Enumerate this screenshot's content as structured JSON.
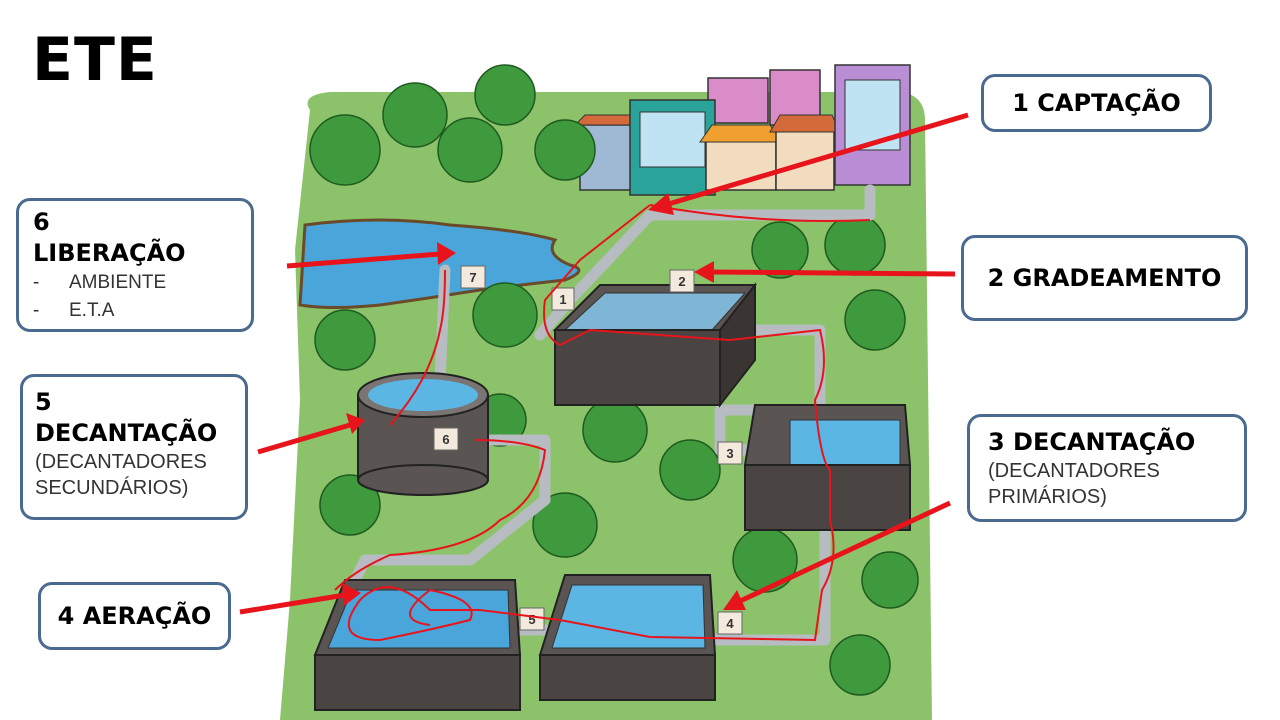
{
  "title": "ETE",
  "boxes": {
    "captacao": "1 CAPTAÇÃO",
    "gradeamento": "2 GRADEAMENTO",
    "decantacao_primaria": {
      "heading": "3 DECANTAÇÃO",
      "sub_line1": "(DECANTADORES",
      "sub_line2": "PRIMÁRIOS)"
    },
    "aeracao": "4 AERAÇÃO",
    "decantacao_secundaria": {
      "heading_line1": "5",
      "heading_line2": "DECANTAÇÃO",
      "sub_line1": "(DECANTADORES",
      "sub_line2": "SECUNDÁRIOS)"
    },
    "liberacao": {
      "heading_line1": "6",
      "heading_line2": "LIBERAÇÃO",
      "items": [
        "AMBIENTE",
        "E.T.A"
      ]
    }
  },
  "markers": [
    "1",
    "2",
    "3",
    "4",
    "5",
    "6",
    "7"
  ],
  "colors": {
    "arrow": "#e8141b",
    "box_border": "#4a6a8f",
    "grass": "#8cc36a",
    "water": "#4aa6da",
    "tank": "#4a4443",
    "pipe": "#b7bcc2"
  }
}
